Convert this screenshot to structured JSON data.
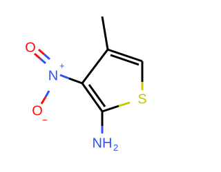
{
  "molecule": {
    "atoms": {
      "nitrogen_nitro": {
        "symbol": "N",
        "charge": "+",
        "color": "#3050f8"
      },
      "oxygen_top": {
        "symbol": "O",
        "color": "#ff0d0d"
      },
      "oxygen_bottom": {
        "symbol": "O",
        "charge": "−",
        "color": "#ff0d0d"
      },
      "sulfur": {
        "symbol": "S",
        "color": "#c8c800"
      },
      "amine": {
        "symbol": "NH",
        "subscript": "2",
        "color": "#3050f8"
      }
    },
    "bond_color": "#000000"
  }
}
